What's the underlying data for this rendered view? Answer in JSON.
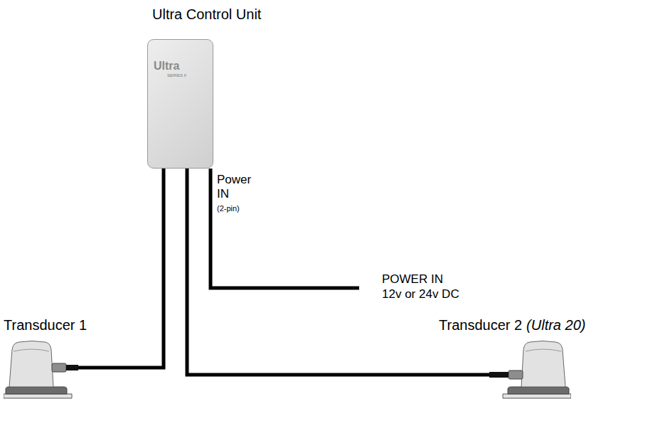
{
  "diagram": {
    "nodes": [
      {
        "text": [
          "Ultra Control Unit",
          "Ultra",
          "SERIES II"
        ]
      },
      {
        "text": [
          "Transducer 1"
        ]
      },
      {
        "text": [
          "Transducer 2",
          "(Ultra 20)"
        ]
      }
    ],
    "edges": [
      {
        "from": 0,
        "to": 1,
        "arrow": "none"
      },
      {
        "from": 0,
        "to": 2,
        "arrow": "none"
      }
    ],
    "labels": [
      "Power IN",
      "(2-pin)",
      "POWER IN",
      "12v or 24v DC"
    ]
  }
}
